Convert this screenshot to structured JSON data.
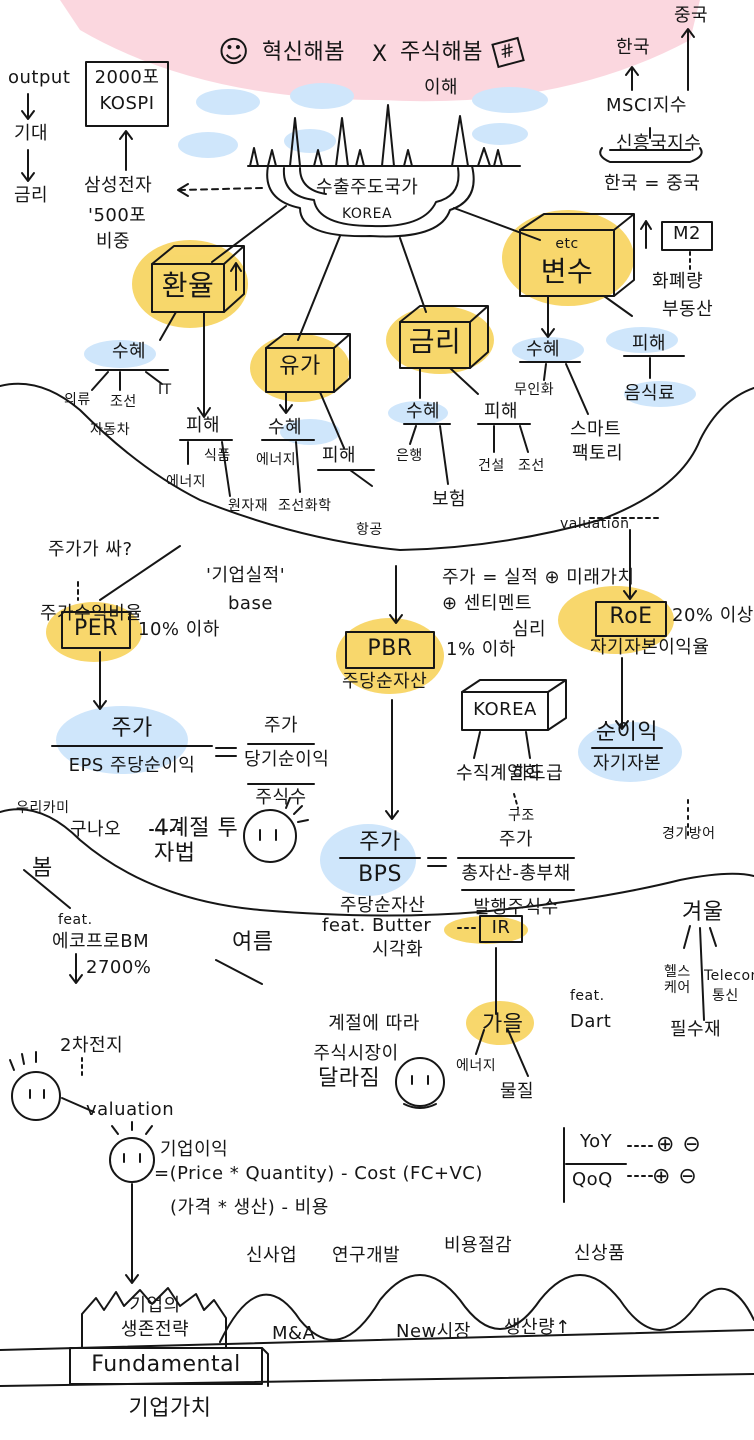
{
  "top": {
    "face_icon": "smiley-face-icon",
    "title_part1": "혁신해봄",
    "title_x": "X",
    "title_part2": "주식해봄",
    "title_sub": "이해",
    "hash_icon": "hash-tag-icon"
  },
  "output_chain": {
    "output": "output",
    "expect": "기대",
    "rate": "금리"
  },
  "kospi": {
    "line1": "2000포",
    "line2": "KOSPI"
  },
  "samsung": {
    "name": "삼성전자",
    "share": "'500포",
    "weight": "비중"
  },
  "center": {
    "label": "수출주도국가",
    "country": "KOREA"
  },
  "msci": {
    "china_top": "중국",
    "korea_top": "한국",
    "index": "MSCI지수",
    "emerging": "신흥국지수",
    "korea_china": "한국 = 중국"
  },
  "m2": {
    "label": "M2",
    "money": "화폐량",
    "real_estate": "부동산"
  },
  "factors": {
    "fx": {
      "label": "환율",
      "benefit": "수혜",
      "items": [
        "의류",
        "조선",
        "IT",
        "자동차"
      ],
      "harm": "피해",
      "harm_items": [
        "식품",
        "에너지",
        "원자재"
      ]
    },
    "oil": {
      "label": "유가",
      "benefit": "수혜",
      "benefit_items": [
        "에너지",
        "조선화학"
      ],
      "harm": "피해",
      "harm_items": [
        "항공"
      ]
    },
    "rate": {
      "label": "금리",
      "benefit": "수혜",
      "benefit_items": [
        "은행",
        "보험"
      ],
      "harm": "피해",
      "harm_items": [
        "건설",
        "조선"
      ]
    },
    "etc": {
      "label1": "etc",
      "label2": "변수",
      "benefit": "수혜",
      "benefit_items": [
        "무인화",
        "스마트",
        "팩토리"
      ],
      "harm": "피해",
      "harm_items": [
        "음식료"
      ]
    }
  },
  "middle": {
    "question": "주가가 싸?",
    "per_ratio": "주가수익비율",
    "per": "PER",
    "per_note": "10% 이하",
    "base_quote": "'기업실적'",
    "base": "base",
    "valuation": "valuation",
    "formula1": "주가 = 실적 ⊕ 미래가치",
    "formula2": "⊕ 센티멘트",
    "formula3": "심리",
    "pbr": "PBR",
    "pbr_note": "1% 이하",
    "pbr_def": "주당순자산",
    "roe": "RoE",
    "roe_note": "20% 이상",
    "roe_def": "자기자본이익율",
    "roe_num": "순이익",
    "roe_den": "자기자본",
    "per_num": "주가",
    "per_den": "EPS 주당순이익",
    "eq_num": "주가",
    "eq_mid": "당기순이익",
    "eq_den": "주식수",
    "korea_box": "KOREA",
    "korea_left": "수직계열화",
    "korea_right": "하도급",
    "korea_sub": "구조",
    "bps_num": "주가",
    "bps_den": "BPS",
    "bps_def": "주당순자산",
    "bps_eq_num": "주가",
    "bps_eq_mid": "총자산-총부채",
    "bps_eq_den": "발행주식수",
    "lynch1": "우리카미",
    "lynch2": "구나오",
    "lynch3": "4계절 투자법"
  },
  "seasons": {
    "spring": "봄",
    "spring_feat": "feat.",
    "spring_bm": "에코프로BM",
    "spring_pct": "2700%",
    "spring_battery": "2차전지",
    "spring_val": "valuation",
    "summer": "여름",
    "summer_feat": "feat. Butter",
    "summer_vis": "시각화",
    "summer_note1": "계절에 따라",
    "summer_note2": "주식시장이",
    "summer_note3": "달라짐",
    "ir": "IR",
    "fall": "가을",
    "fall_feat": "feat.",
    "fall_dart": "Dart",
    "fall_energy": "에너지",
    "fall_material": "물질",
    "winter": "겨울",
    "winter_defense": "경기방어",
    "winter_health": "헬스케어",
    "winter_telecom": "Telecom",
    "winter_telecom2": "통신",
    "winter_staples": "필수재"
  },
  "bottom": {
    "profit": "기업이익",
    "formula1": "=(Price * Quantity) - Cost (FC+VC)",
    "formula2": "(가격 * 생산) - 비용",
    "yoy": "YoY",
    "qoq": "QoQ",
    "plus_minus": "⊕ ⊖",
    "survival1": "기업의",
    "survival2": "생존전략",
    "waves": [
      "신사업",
      "연구개발",
      "비용절감",
      "신상품"
    ],
    "lows": [
      "M&A",
      "New시장",
      "생산량↑"
    ],
    "fundamental": "Fundamental",
    "value": "기업가치"
  },
  "colors": {
    "yellow": "#f7d35c",
    "blue": "#cfe6fb",
    "pink": "#f9c9d4",
    "ink": "#161616"
  }
}
